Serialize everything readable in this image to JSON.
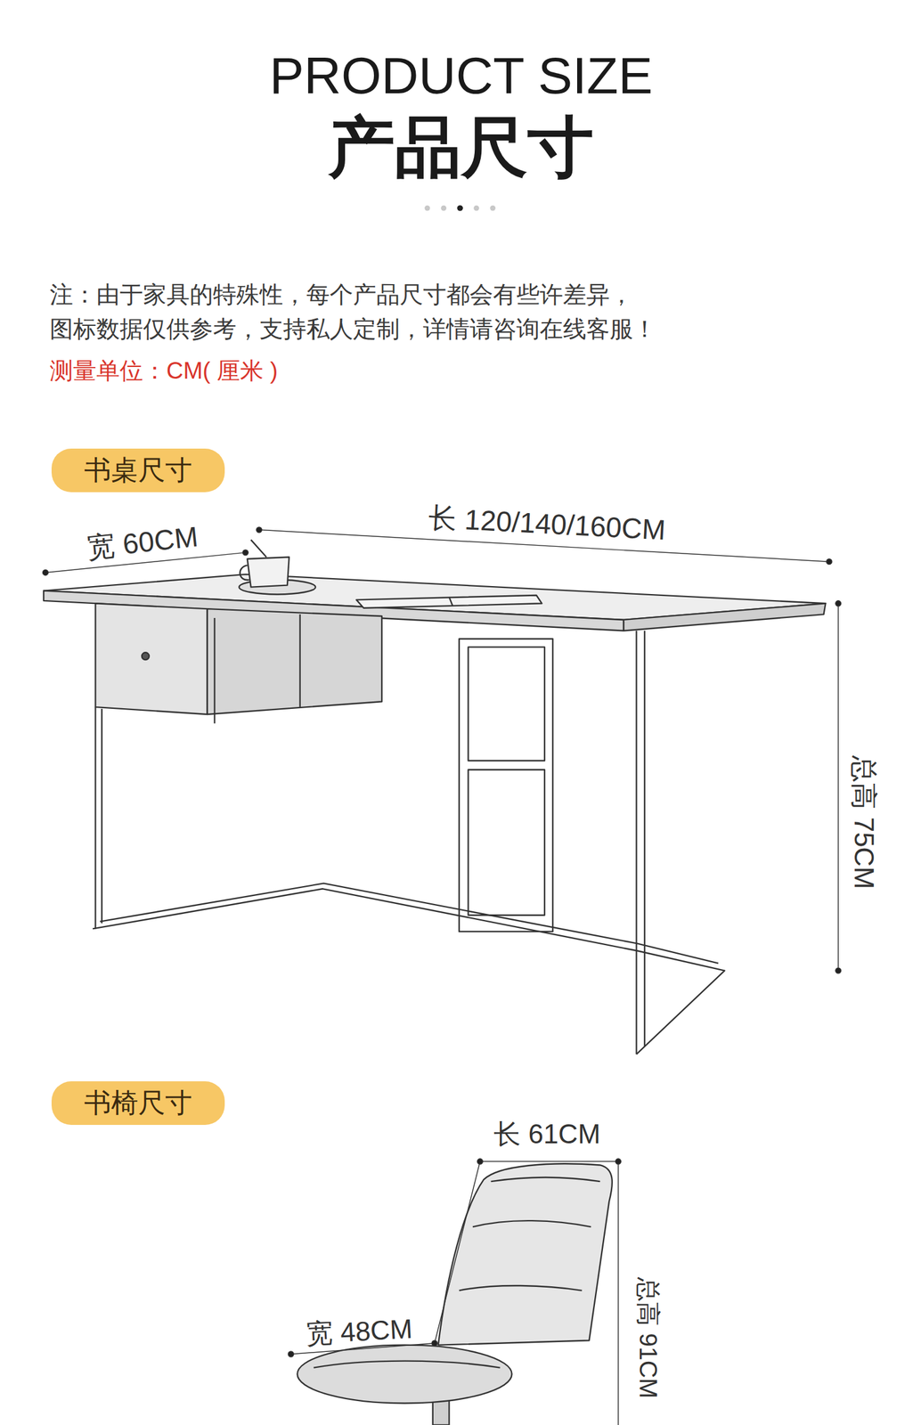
{
  "diagram": {
    "title": "PRODUCT SIZE",
    "nodes": [
      {
        "text": [
          "书桌尺寸"
        ]
      },
      {
        "text": [
          "书椅尺寸"
        ]
      }
    ],
    "labels": [
      "产品尺寸",
      "注：由于家具的特殊性，每个产品尺寸都会有些许差异， 图标数据仅供参考，支持私人定制，详情请咨询在线客服！",
      "测量单位：CM( 厘米 )",
      "宽 60CM",
      "长 120/140/160CM",
      "总高 75CM",
      "长 61CM",
      "宽 48CM",
      "总高 91CM"
    ]
  }
}
